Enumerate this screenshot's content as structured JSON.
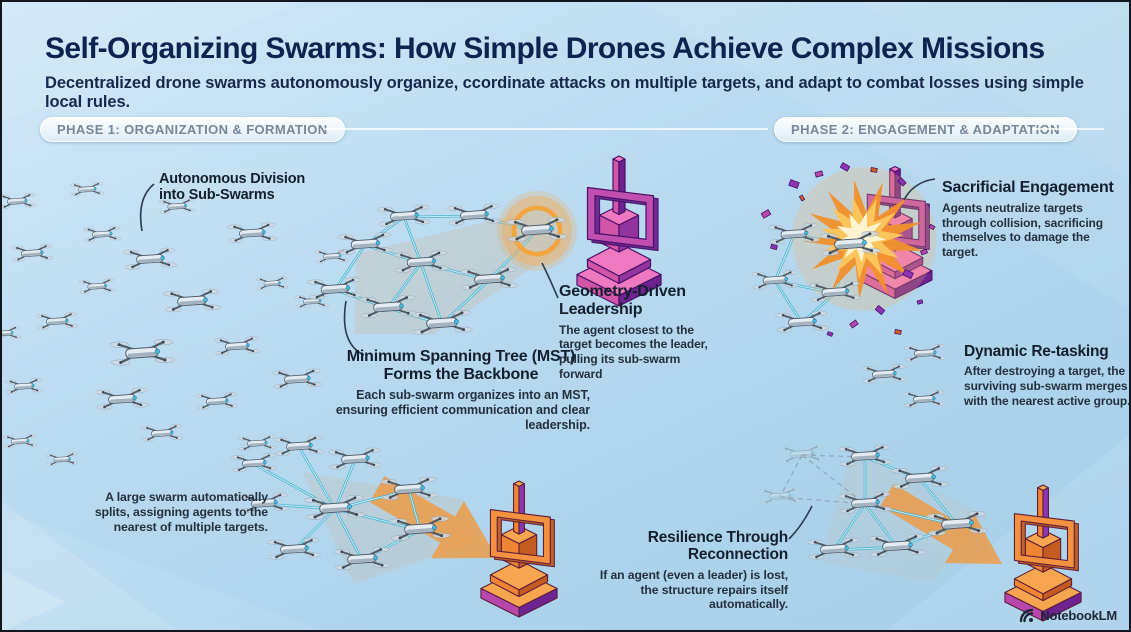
{
  "header": {
    "title": "Self-Organizing Swarms: How Simple Drones Achieve Complex Missions",
    "subtitle": "Decentralized drone swarms autonomously organize, ccordinate attacks on multiple targets, and adapt to combat losses using simple local rules."
  },
  "phase_labels": {
    "phase1": "PHASE 1: ORGANIZATION & FORMATION",
    "phase2": "PHASE 2: ENGAGEMENT & ADAPTATION"
  },
  "callouts": {
    "autonomous_division": {
      "title": "Autonomous Division into Sub-Swarms"
    },
    "mst": {
      "title": "Minimum Spanning Tree (MST) Forms the Backbone",
      "body": "Each sub-swarm organizes into an MST, ensuring efficient communication and clear leadership."
    },
    "geometry_leadership": {
      "title": "Geometry-Driven Leadership",
      "body": "The agent closest to the target becomes the leader, pulling its sub-swarm forward"
    },
    "sacrificial_engagement": {
      "title": "Sacrificial Engagement",
      "body": "Agents neutralize targets through collision, sacrificing themselves to damage the target."
    },
    "dynamic_retasking": {
      "title": "Dynamic Re-tasking",
      "body": "After destroying a target, the surviving sub-swarm merges with the nearest active group."
    },
    "swarm_split": {
      "body": "A large swarm automatically splits, assigning agents to the nearest of multiple targets."
    },
    "resilience": {
      "title": "Resilience Through Reconnection",
      "body": "If an agent (even a leader) is lost, the structure repairs itself automatically."
    }
  },
  "branding": {
    "name": "NotebookLM"
  },
  "colors": {
    "title_navy": "#0e2450",
    "link_teal": "#3fb0ce",
    "accent_orange": "#f0983f",
    "target_purple": "#9b3fb5",
    "background_blue": "#b7d9ef"
  }
}
